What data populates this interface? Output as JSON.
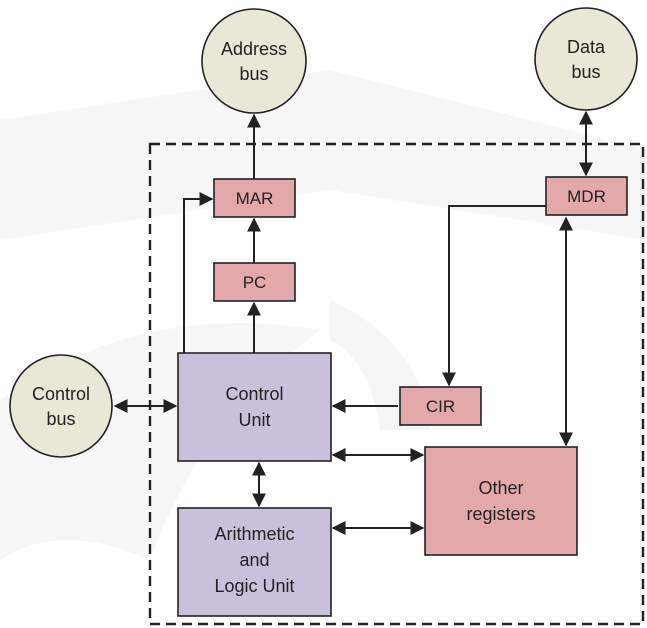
{
  "buses": {
    "address": [
      "Address",
      "bus"
    ],
    "data": [
      "Data",
      "bus"
    ],
    "control": [
      "Control",
      "bus"
    ]
  },
  "registers": {
    "mar": "MAR",
    "pc": "PC",
    "mdr": "MDR",
    "cir": "CIR",
    "other": [
      "Other",
      "registers"
    ]
  },
  "units": {
    "control": [
      "Control",
      "Unit"
    ],
    "alu": [
      "Arithmetic",
      "and",
      "Logic Unit"
    ]
  },
  "colors": {
    "bus_fill": "#e9e7d6",
    "register_fill": "#e3a8a9",
    "unit_fill": "#c9c0dc",
    "line": "#222222"
  }
}
